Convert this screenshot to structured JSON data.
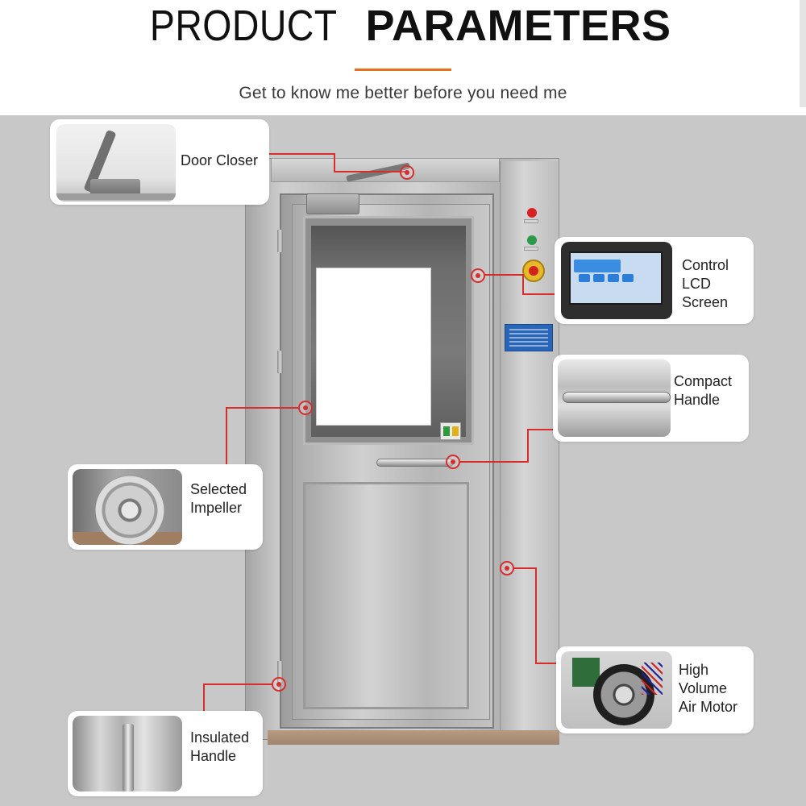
{
  "header": {
    "title_light": "PRODUCT",
    "title_bold": "PARAMETERS",
    "subtitle": "Get to know me better before you need me",
    "accent_color": "#e8711f"
  },
  "colors": {
    "background": "#c8c8c8",
    "marker": "#d72d2d"
  },
  "callouts": {
    "door_closer": {
      "label": "Door Closer",
      "icon": "door-closer-photo"
    },
    "control_screen": {
      "label_lines": [
        "Control",
        "LCD",
        "Screen"
      ],
      "icon": "lcd-screen-photo"
    },
    "compact_handle": {
      "label_lines": [
        "Compact",
        "Handle"
      ],
      "icon": "handle-photo"
    },
    "impeller": {
      "label_lines": [
        "Selected",
        "Impeller"
      ],
      "icon": "impeller-photo"
    },
    "insulated_handle": {
      "label_lines": [
        "Insulated",
        "Handle"
      ],
      "icon": "hinge-photo"
    },
    "air_motor": {
      "label_lines": [
        "High",
        "Volume",
        "Air Motor"
      ],
      "icon": "air-motor-photo"
    }
  }
}
